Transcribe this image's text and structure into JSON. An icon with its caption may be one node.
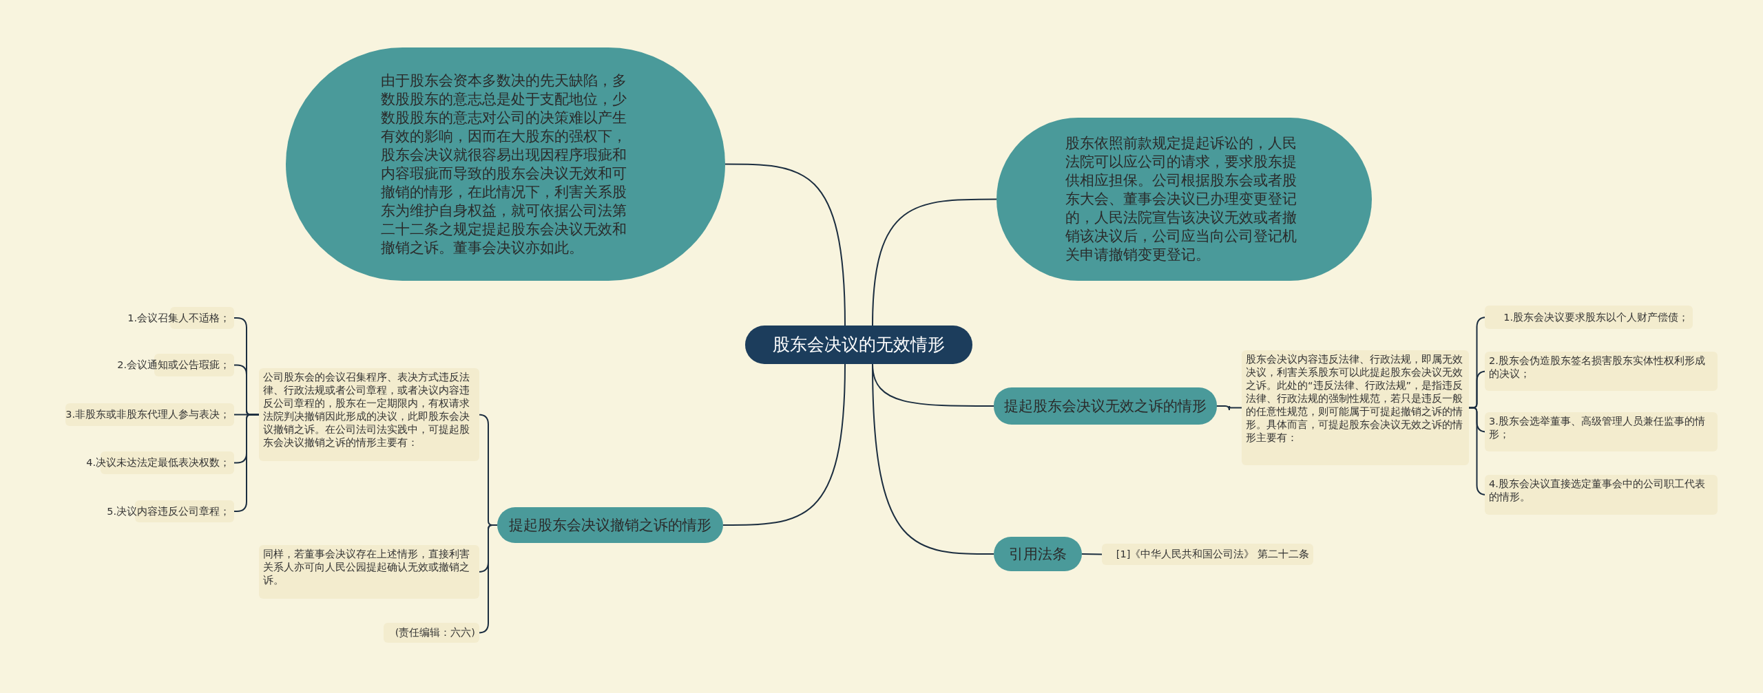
{
  "diagram": {
    "nodes": [
      {
        "text": [
          "股东会决议的无效情形"
        ]
      },
      {
        "text": [
          "由于股东会资本多数决的先天缺陷，多数股股东的意志总是处于支配地位，少数股股东的意志对公司的决策难以产生有效的影响，因而在大股东的强权下，股东会决议就很容易出现因程序瑕疵和内容瑕疵而导致的股东会决议无效和可撤销的情形，在此情况下，利害关系股东为维护自身权益，就可依据公司法第二十二条之规定提起股东会决议无效和撤销之诉。董事会决议亦如此。"
        ]
      },
      {
        "text": [
          "股东依照前款规定提起诉讼的，人民法院可以应公司的请求，要求股东提供相应担保。公司根据股东会或者股东大会、董事会决议已办理变更登记的，人民法院宣告该决议无效或者撤销该决议后，公司应当向公司登记机关申请撤销变更登记。"
        ]
      },
      {
        "text": [
          "提起股东会决议无效之诉的情形"
        ]
      },
      {
        "text": [
          "股东会决议内容违反法律、行政法规，即属无效决议，利害关系股东可以此提起股东会决议无效之诉。此处的“违反法律、行政法规”，是指违反法律、行政法规的强制性规范，若只是违反一般的任意性规范，则可能属于可提起撤销之诉的情形。具体而言，可提起股东会决议无效之诉的情形主要有："
        ]
      },
      {
        "text": [
          "1.股东会决议要求股东以个人财产偿债；"
        ]
      },
      {
        "text": [
          "2.股东会伪造股东签名损害股东实体性权利形成的决议；"
        ]
      },
      {
        "text": [
          "3.股东会选举董事、高级管理人员兼任监事的情形；"
        ]
      },
      {
        "text": [
          "4.股东会决议直接选定董事会中的公司职工代表的情形。"
        ]
      },
      {
        "text": [
          "引用法条"
        ]
      },
      {
        "text": [
          "[1]《中华人民共和国公司法》 第二十二条"
        ]
      },
      {
        "text": [
          "提起股东会决议撤销之诉的情形"
        ]
      },
      {
        "text": [
          "公司股东会的会议召集程序、表决方式违反法律、行政法规或者公司章程，或者决议内容违反公司章程的，股东在一定期限内，有权请求法院判决撤销因此形成的决议，此即股东会决议撤销之诉。在公司法司法实践中，可提起股东会决议撤销之诉的情形主要有："
        ]
      },
      {
        "text": [
          "同样，若董事会决议存在上述情形，直接利害关系人亦可向人民公园提起确认无效或撤销之诉。"
        ]
      },
      {
        "text": [
          "(责任编辑：六六)"
        ]
      },
      {
        "text": [
          "1.会议召集人不适格；"
        ]
      },
      {
        "text": [
          "2.会议通知或公告瑕疵；"
        ]
      },
      {
        "text": [
          "3.非股东或非股东代理人参与表决；"
        ]
      },
      {
        "text": [
          "4.决议未达法定最低表决权数；"
        ]
      },
      {
        "text": [
          "5.决议内容违反公司章程；"
        ]
      }
    ],
    "edges": [
      {
        "from": 0,
        "to": 1,
        "arrow": "none"
      },
      {
        "from": 0,
        "to": 2,
        "arrow": "none"
      },
      {
        "from": 0,
        "to": 3,
        "arrow": "none"
      },
      {
        "from": 3,
        "to": 4,
        "arrow": "none"
      },
      {
        "from": 4,
        "to": 5,
        "arrow": "none"
      },
      {
        "from": 4,
        "to": 6,
        "arrow": "none"
      },
      {
        "from": 4,
        "to": 7,
        "arrow": "none"
      },
      {
        "from": 4,
        "to": 8,
        "arrow": "none"
      },
      {
        "from": 0,
        "to": 9,
        "arrow": "none"
      },
      {
        "from": 9,
        "to": 10,
        "arrow": "none"
      },
      {
        "from": 0,
        "to": 11,
        "arrow": "none"
      },
      {
        "from": 11,
        "to": 12,
        "arrow": "none"
      },
      {
        "from": 11,
        "to": 13,
        "arrow": "none"
      },
      {
        "from": 11,
        "to": 14,
        "arrow": "none"
      },
      {
        "from": 12,
        "to": 15,
        "arrow": "none"
      },
      {
        "from": 12,
        "to": 16,
        "arrow": "none"
      },
      {
        "from": 12,
        "to": 17,
        "arrow": "none"
      },
      {
        "from": 12,
        "to": 18,
        "arrow": "none"
      },
      {
        "from": 12,
        "to": 19,
        "arrow": "none"
      }
    ]
  }
}
